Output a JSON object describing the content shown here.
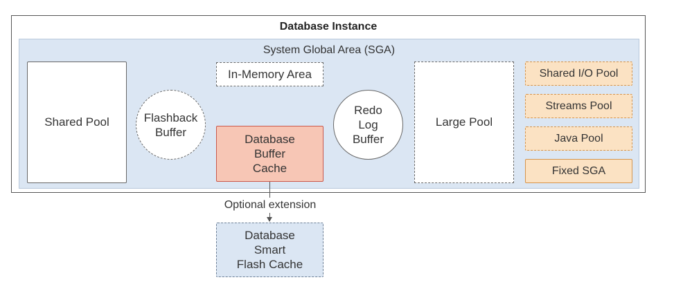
{
  "database_instance": {
    "title": "Database Instance"
  },
  "sga": {
    "title": "System Global Area (SGA)",
    "shared_pool": "Shared Pool",
    "flashback_buffer": [
      "Flashback",
      "Buffer"
    ],
    "in_memory_area": "In-Memory Area",
    "database_buffer_cache": [
      "Database",
      "Buffer",
      "Cache"
    ],
    "redo_log_buffer": [
      "Redo",
      "Log",
      "Buffer"
    ],
    "large_pool": "Large Pool",
    "pools": [
      "Shared I/O Pool",
      "Streams Pool",
      "Java Pool",
      "Fixed SGA"
    ]
  },
  "connector": {
    "label": "Optional extension"
  },
  "smart_flash_cache": [
    "Database",
    "Smart",
    "Flash Cache"
  ],
  "colors": {
    "sga_fill": "#dbe6f3",
    "buffer_cache_fill": "#f7c6b5",
    "pool_fill": "#fbe2c3",
    "pool_border": "#d6944a"
  }
}
